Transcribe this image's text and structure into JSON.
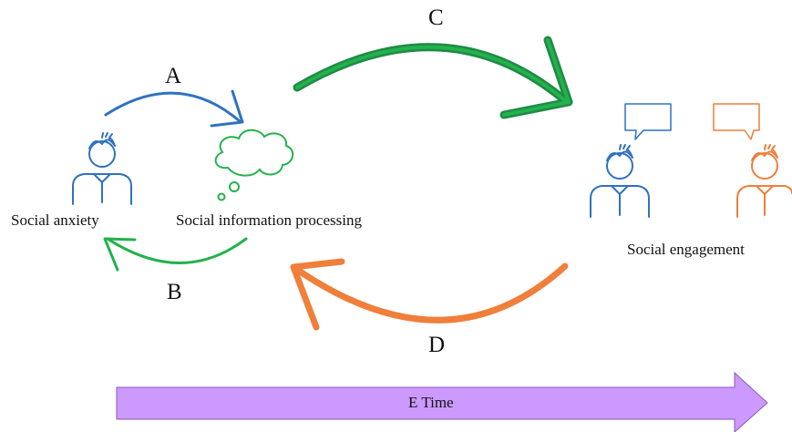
{
  "labels": {
    "a": "A",
    "b": "B",
    "c": "C",
    "d": "D",
    "social_anxiety": "Social anxiety",
    "social_information_processing": "Social information processing",
    "social_engagement": "Social engagement",
    "time_arrow": "E Time"
  },
  "colors": {
    "blue": "#2f72c0",
    "green": "#22b24c",
    "dark_green": "#1f8a45",
    "orange": "#ef7f3a",
    "purple": "#cc99ff",
    "purple_border": "#8a5ab8"
  },
  "icons": [
    "person-blue-icon",
    "thought-cloud-icon",
    "person-blue-icon",
    "person-orange-icon",
    "speech-bubble-blue-icon",
    "speech-bubble-orange-icon"
  ]
}
